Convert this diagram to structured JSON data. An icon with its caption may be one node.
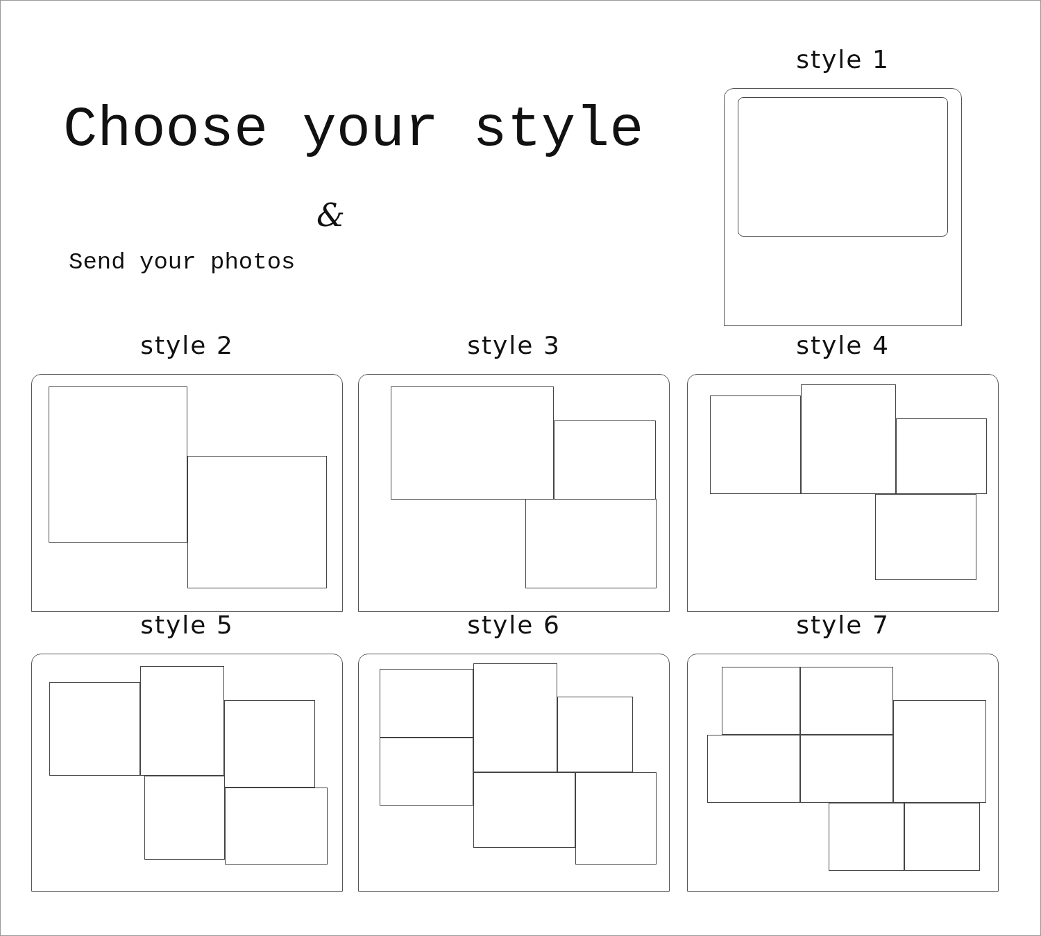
{
  "diagram": {
    "title": "Choose your style",
    "nodes": [
      {
        "text": [
          "style 1"
        ]
      },
      {
        "text": [],
        "shape": "box",
        "in": 0
      },
      {
        "text": [
          "style 2"
        ]
      },
      {
        "text": [],
        "shape": "box",
        "in": 2
      },
      {
        "text": [],
        "shape": "box",
        "in": 2
      },
      {
        "text": [
          "style 3"
        ]
      },
      {
        "text": [],
        "shape": "box",
        "in": 5
      },
      {
        "text": [],
        "shape": "box",
        "in": 5
      },
      {
        "text": [],
        "shape": "box",
        "in": 5
      },
      {
        "text": [
          "style 4"
        ]
      },
      {
        "text": [],
        "shape": "box",
        "in": 9
      },
      {
        "text": [],
        "shape": "box",
        "in": 9
      },
      {
        "text": [],
        "shape": "box",
        "in": 9
      },
      {
        "text": [],
        "shape": "box",
        "in": 9
      },
      {
        "text": [
          "style 5"
        ]
      },
      {
        "text": [],
        "shape": "box",
        "in": 14
      },
      {
        "text": [],
        "shape": "box",
        "in": 14
      },
      {
        "text": [],
        "shape": "box",
        "in": 14
      },
      {
        "text": [],
        "shape": "box",
        "in": 14
      },
      {
        "text": [],
        "shape": "box",
        "in": 14
      },
      {
        "text": [
          "style 6"
        ]
      },
      {
        "text": [],
        "shape": "box",
        "in": 20
      },
      {
        "text": [],
        "shape": "box",
        "in": 20
      },
      {
        "text": [],
        "shape": "box",
        "in": 20
      },
      {
        "text": [],
        "shape": "box",
        "in": 20
      },
      {
        "text": [],
        "shape": "box",
        "in": 20
      },
      {
        "text": [],
        "shape": "box",
        "in": 20
      },
      {
        "text": [
          "style 7"
        ]
      },
      {
        "text": [],
        "shape": "box",
        "in": 27
      },
      {
        "text": [],
        "shape": "box",
        "in": 27
      },
      {
        "text": [],
        "shape": "box",
        "in": 27
      },
      {
        "text": [],
        "shape": "box",
        "in": 27
      },
      {
        "text": [],
        "shape": "box",
        "in": 27
      },
      {
        "text": [],
        "shape": "box",
        "in": 27
      },
      {
        "text": [],
        "shape": "box",
        "in": 27
      }
    ],
    "labels": [
      "&",
      "Send your photos"
    ]
  }
}
